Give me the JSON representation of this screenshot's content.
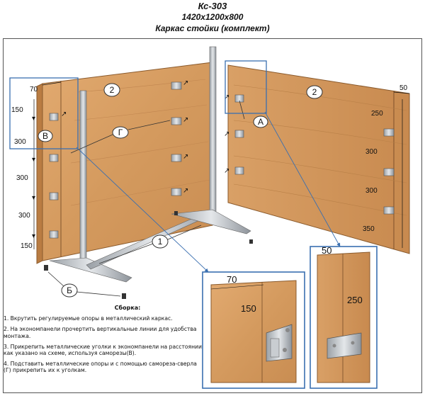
{
  "header": {
    "code": "Кс-303",
    "size": "1420x1200x800",
    "title": "Каркас стойки (комплект)"
  },
  "panel_labels": {
    "left": "2",
    "right": "2"
  },
  "callouts": {
    "A": "А",
    "B": "В",
    "G": "Г",
    "frame": "1",
    "B2": "Б"
  },
  "left_dims": {
    "top": "70",
    "d1": "150",
    "d2": "300",
    "d3": "300",
    "d4": "300",
    "d5": "150"
  },
  "right_dims": {
    "top": "50",
    "d1": "250",
    "d2": "300",
    "d3": "300",
    "d4": "350"
  },
  "zoom_left": {
    "top": "70",
    "side": "150"
  },
  "zoom_right": {
    "top": "50",
    "side": "250"
  },
  "instructions": {
    "title": "Сборка:",
    "steps": [
      "1. Вкрутить регулируемые опоры в металлический каркас.",
      "2. На экономпанели прочертить вертикальные линии для удобства монтажа.",
      "3. Прикрепить металлические уголки к экономпанели на расстоянии как указано на схеме, используя саморезы(В).",
      "4. Подставить металлические опоры и с помощью самореза-сверла (Г) прикрепить их к уголкам."
    ]
  }
}
